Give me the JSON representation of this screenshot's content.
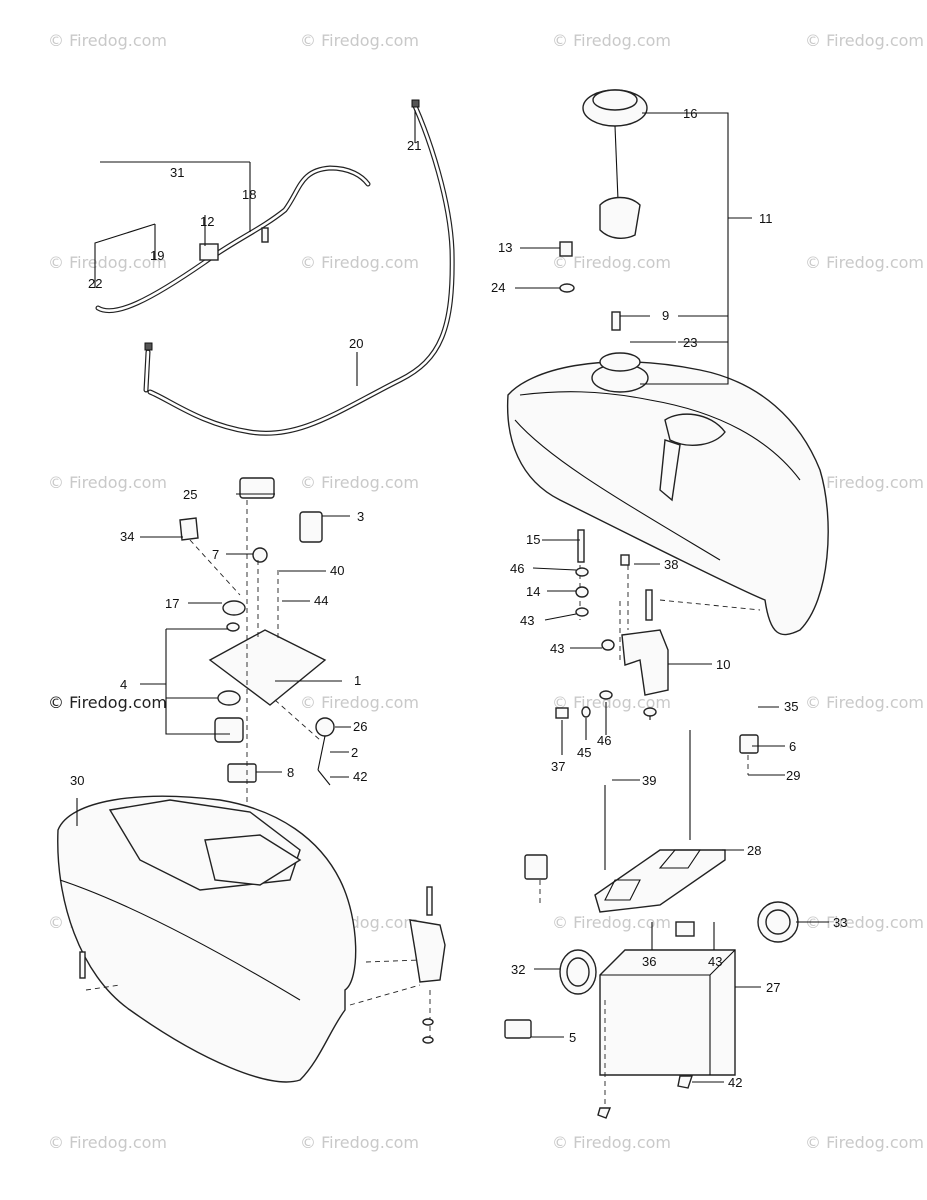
{
  "watermark_text": "© Firedog.com",
  "callouts": {
    "c1": "1",
    "c2": "2",
    "c3": "3",
    "c4": "4",
    "c5": "5",
    "c6": "6",
    "c7": "7",
    "c8": "8",
    "c9": "9",
    "c10": "10",
    "c11": "11",
    "c12": "12",
    "c13": "13",
    "c14": "14",
    "c15": "15",
    "c16": "16",
    "c17": "17",
    "c18": "18",
    "c19": "19",
    "c20": "20",
    "c21": "21",
    "c22": "22",
    "c23": "23",
    "c24": "24",
    "c25": "25",
    "c26": "26",
    "c27": "27",
    "c28": "28",
    "c29": "29",
    "c30": "30",
    "c31": "31",
    "c32": "32",
    "c33": "33",
    "c34": "34",
    "c35": "35",
    "c36": "36",
    "c37": "37",
    "c38": "38",
    "c39": "39",
    "c40": "40",
    "c42": "42",
    "c43": "43",
    "c44": "44",
    "c45": "45",
    "c46": "46"
  },
  "colors": {
    "line": "#222222",
    "watermark": "#c9c9c9",
    "background": "#ffffff"
  }
}
